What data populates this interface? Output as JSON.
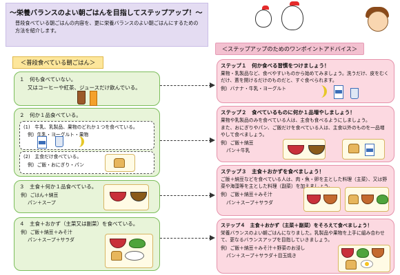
{
  "title": "～栄養バランスのよい朝ごはんを目指してステップアップ！～",
  "intro": "普段食べている朝ごはんの内容を、更に栄養バランスのよい朝ごはんにするための方法を紹介します。",
  "left_heading": "＜普段食べている朝ごはん＞",
  "right_heading": "＜ステップアップのためのワンポイントアドバイス＞",
  "left": {
    "b1": {
      "line1": "１　何も食べていない。",
      "line2": "又はコーヒーや紅茶、ジュースだけ飲んでいる。"
    },
    "b2": {
      "line1": "２　何か１品食べている。",
      "s1_line1": "(1)　牛乳、乳製品、果物のどれか１つを食べている。",
      "s1_line2": "例）牛乳・ヨーグルト・果物",
      "s2_line1": "(2)　主食だけ食べている。",
      "s2_line2": "例）ご飯・おにぎり・パン"
    },
    "b3": {
      "line1": "３　主食＋何か１品食べている。",
      "line2": "例）ごはん＋納豆",
      "line3": "パン＋スープ"
    },
    "b4": {
      "line1": "４　主食＋おかず（主菜又は副菜）を食べている。",
      "line2": "例）ご飯＋納豆＋みそ汁",
      "line3": "パン＋スープ＋サラダ"
    }
  },
  "right": {
    "s1": {
      "title": "ステップ１　何か食べる習慣をつけましょう！",
      "line1": "果物・乳製品など、食べやすいものから始めてみましょう。洗うだけ、皮をむくだけ、蓋を開けるだけのものだと、すぐ食べられます。",
      "line2": "例）バナナ・牛乳・ヨーグルト"
    },
    "s2": {
      "title": "ステップ２　食べているものに何か１品増やしましょう！",
      "line1": "果物や乳製品のみを食べている人は、主食も食べるようにしましょう。",
      "line2": "また、おにぎりやパン、ご飯だけを食べている人は、主食以外のものを一品増やして食べましょう。",
      "line3": "例）ご飯＋納豆",
      "line4": "パン＋牛乳"
    },
    "s3": {
      "title": "ステップ３　主食＋おかずを食べましょう！",
      "line1": "ご飯＋納豆などを食べている人は、肉・魚・卵を主とした料理（主菜）、又は野菜や海藻等を主とした料理（副菜）を加えましょう。",
      "line2": "例）ご飯＋納豆＋みそ汁",
      "line3": "パン＋スープ＋サラダ"
    },
    "s4": {
      "title": "ステップ４　主食＋おかず（主菜＋副菜）をそろえて食べましょう！",
      "line1": "栄養バランスのよい朝ごはんになりました。乳製品や果物を上手に組み合わせて、更なるバランスアップを目指していきましょう。",
      "line2": "例）ご飯＋納豆＋みそ汁＋野菜のお浸し",
      "line3": "パン＋スープ＋サラダ＋目玉焼き"
    }
  },
  "colors": {
    "left_box": "#e8f4d9",
    "right_box": "#fcd9e1",
    "title_box": "#e4dcf2",
    "left_head": "#fde69b"
  }
}
